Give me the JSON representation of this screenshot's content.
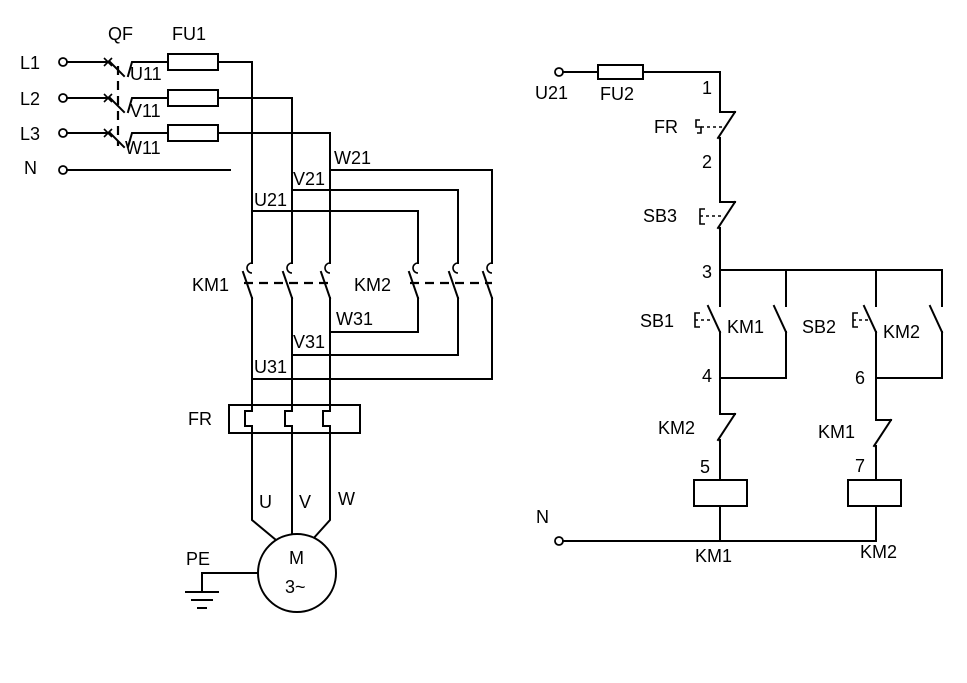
{
  "power_circuit": {
    "breaker": "QF",
    "fuse": "FU1",
    "phases": [
      "L1",
      "L2",
      "L3"
    ],
    "neutral": "N",
    "after_breaker": [
      "U11",
      "V11",
      "W11"
    ],
    "contactor_forward": "KM1",
    "contactor_reverse": "KM2",
    "forward_outputs": [
      "U21",
      "V21",
      "W21"
    ],
    "reverse_outputs": [
      "U31",
      "V31",
      "W31"
    ],
    "overload_relay": "FR",
    "motor_terminals": [
      "U",
      "V",
      "W"
    ],
    "motor": {
      "label": "M",
      "phase": "3~"
    },
    "ground": "PE"
  },
  "control_circuit": {
    "supply": "U21",
    "fuse": "FU2",
    "neutral": "N",
    "overload_contact": "FR",
    "stop_button": "SB3",
    "forward_button": "SB1",
    "reverse_button": "SB2",
    "aux_km1": "KM1",
    "aux_km2": "KM2",
    "interlock_km2": "KM2",
    "interlock_km1": "KM1",
    "coil_km1": "KM1",
    "coil_km2": "KM2",
    "nodes": [
      "1",
      "2",
      "3",
      "4",
      "5",
      "6",
      "7"
    ]
  }
}
